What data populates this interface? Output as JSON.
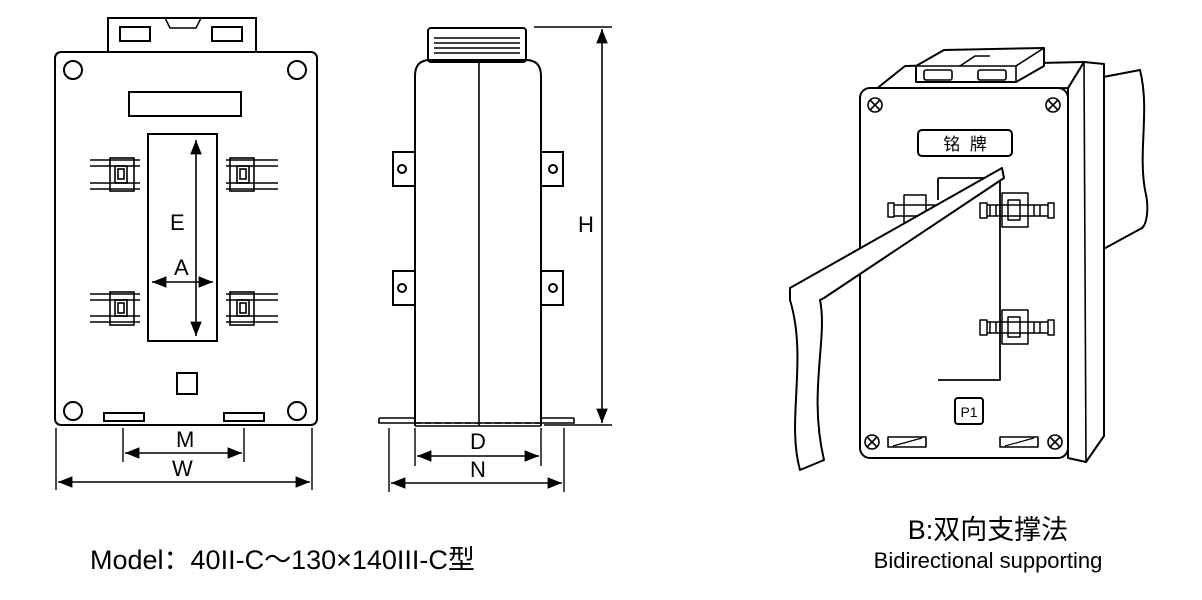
{
  "front_view": {
    "labels": {
      "e": "E",
      "a": "A",
      "m": "M",
      "w": "W"
    }
  },
  "side_view": {
    "labels": {
      "h": "H",
      "d": "D",
      "n": "N"
    }
  },
  "perspective_view": {
    "nameplate": "铭  牌",
    "terminal": "P1"
  },
  "captions": {
    "model": "Model：40II-C～130×140III-C型",
    "method_cn": "B:双向支撑法",
    "method_en": "Bidirectional supporting"
  }
}
